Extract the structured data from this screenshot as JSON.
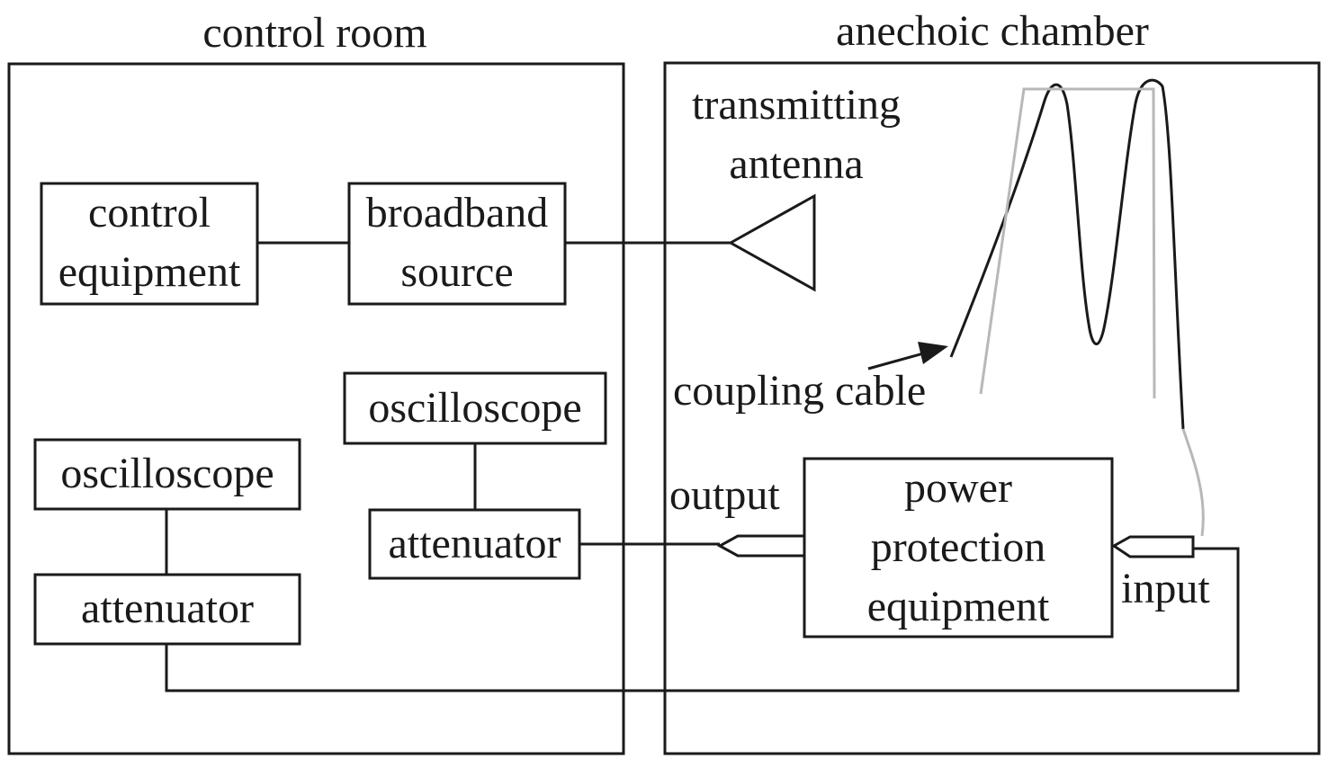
{
  "rooms": {
    "control_room": "control room",
    "anechoic_chamber": "anechoic chamber"
  },
  "blocks": {
    "control_equipment": [
      "control",
      "equipment"
    ],
    "broadband_source": [
      "broadband",
      "source"
    ],
    "oscilloscope_right": "oscilloscope",
    "attenuator_right": "attenuator",
    "oscilloscope_left": "oscilloscope",
    "attenuator_left": "attenuator",
    "power_protection_equipment": [
      "power",
      "protection",
      "equipment"
    ]
  },
  "labels": {
    "transmitting_antenna": [
      "transmitting",
      "antenna"
    ],
    "coupling_cable": "coupling cable",
    "output": "output",
    "input": "input"
  },
  "colors": {
    "line": "#1a1a1a",
    "cable_gray": "#b8b8b8"
  }
}
